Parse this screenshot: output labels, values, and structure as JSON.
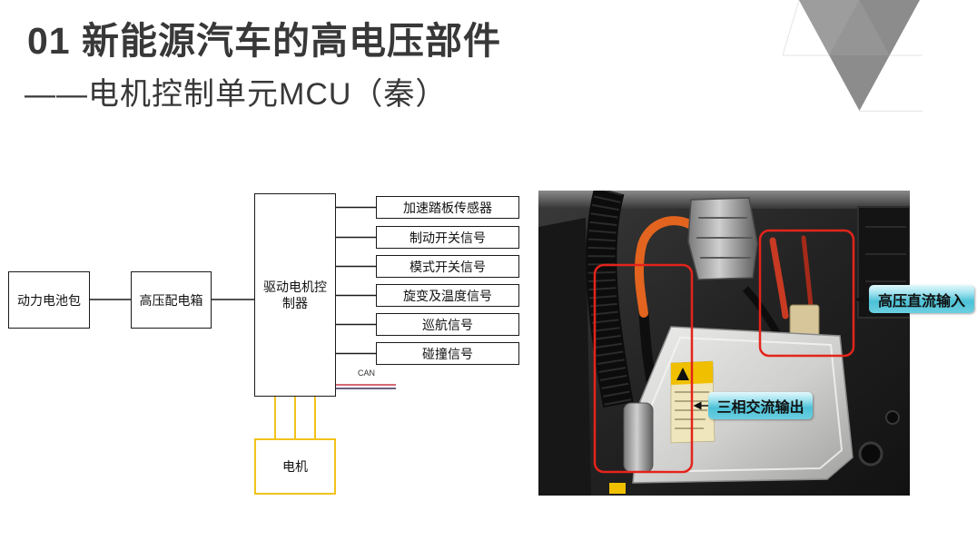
{
  "slide": {
    "title": "01 新能源汽车的高电压部件",
    "subtitle": "——电机控制单元MCU（秦）",
    "title_color": "#383838",
    "decoration_color": "#8c8c8c"
  },
  "diagram": {
    "battery_pack": "动力电池包",
    "hv_distribution_box": "高压配电箱",
    "motor_controller": "驱动电机控制器",
    "signals": [
      "加速踏板传感器",
      "制动开关信号",
      "模式开关信号",
      "旋变及温度信号",
      "巡航信号",
      "碰撞信号"
    ],
    "can_label": "CAN",
    "motor": "电机",
    "colors": {
      "box_border": "#1a1a1a",
      "motor_border": "#f2c21b",
      "phase_lines": "#f2c21b",
      "can_line_1": "#c8364a",
      "can_line_2": "#3d2b55"
    }
  },
  "photo": {
    "callouts": [
      {
        "label": "高压直流输入",
        "icon": "arrow-left-icon"
      },
      {
        "label": "三相交流输出",
        "icon": "arrow-left-icon"
      }
    ],
    "colors": {
      "highlight_frame": "#e3241b",
      "callout_fill": "#4cc1d7"
    }
  }
}
